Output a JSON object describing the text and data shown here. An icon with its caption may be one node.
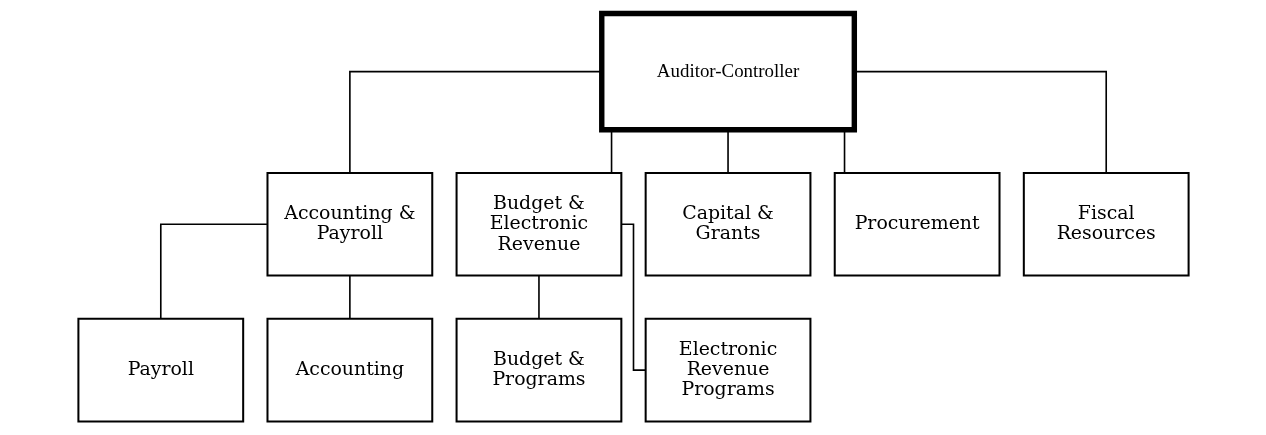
{
  "diagram": {
    "nodes": [
      {
        "text": [
          "Auditor-Controller"
        ]
      },
      {
        "text": [
          "Accounting & Payroll"
        ]
      },
      {
        "text": [
          "Budget & Electronic Revenue"
        ]
      },
      {
        "text": [
          "Capital & Grants"
        ]
      },
      {
        "text": [
          "Procurement"
        ]
      },
      {
        "text": [
          "Fiscal Resources"
        ]
      },
      {
        "text": [
          "Payroll"
        ]
      },
      {
        "text": [
          "Accounting"
        ]
      },
      {
        "text": [
          "Budget & Programs"
        ]
      },
      {
        "text": [
          "Electronic Revenue Programs"
        ]
      }
    ],
    "edges": [
      {
        "from": 0,
        "to": 1,
        "arrow": "none"
      },
      {
        "from": 0,
        "to": 2,
        "arrow": "none"
      },
      {
        "from": 0,
        "to": 3,
        "arrow": "none"
      },
      {
        "from": 0,
        "to": 4,
        "arrow": "none"
      },
      {
        "from": 0,
        "to": 5,
        "arrow": "none"
      },
      {
        "from": 1,
        "to": 6,
        "arrow": "none"
      },
      {
        "from": 1,
        "to": 7,
        "arrow": "none"
      },
      {
        "from": 2,
        "to": 8,
        "arrow": "none"
      },
      {
        "from": 2,
        "to": 9,
        "arrow": "none"
      }
    ]
  }
}
